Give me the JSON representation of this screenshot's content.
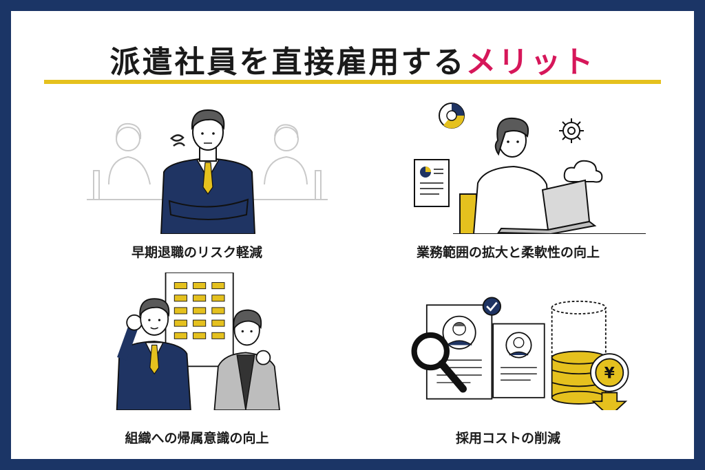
{
  "title": {
    "main": "派遣社員を直接雇用する",
    "accent": "メリット"
  },
  "colors": {
    "frame": "#1b3566",
    "navy": "#1f3463",
    "gold": "#e5c11e",
    "accent": "#d6175a"
  },
  "benefits": [
    {
      "label": "早期退職のリスク軽減"
    },
    {
      "label": "業務範囲の拡大と柔軟性の向上"
    },
    {
      "label": "組織への帰属意識の向上"
    },
    {
      "label": "採用コストの削減"
    }
  ],
  "cost_icon": {
    "currency": "¥"
  }
}
